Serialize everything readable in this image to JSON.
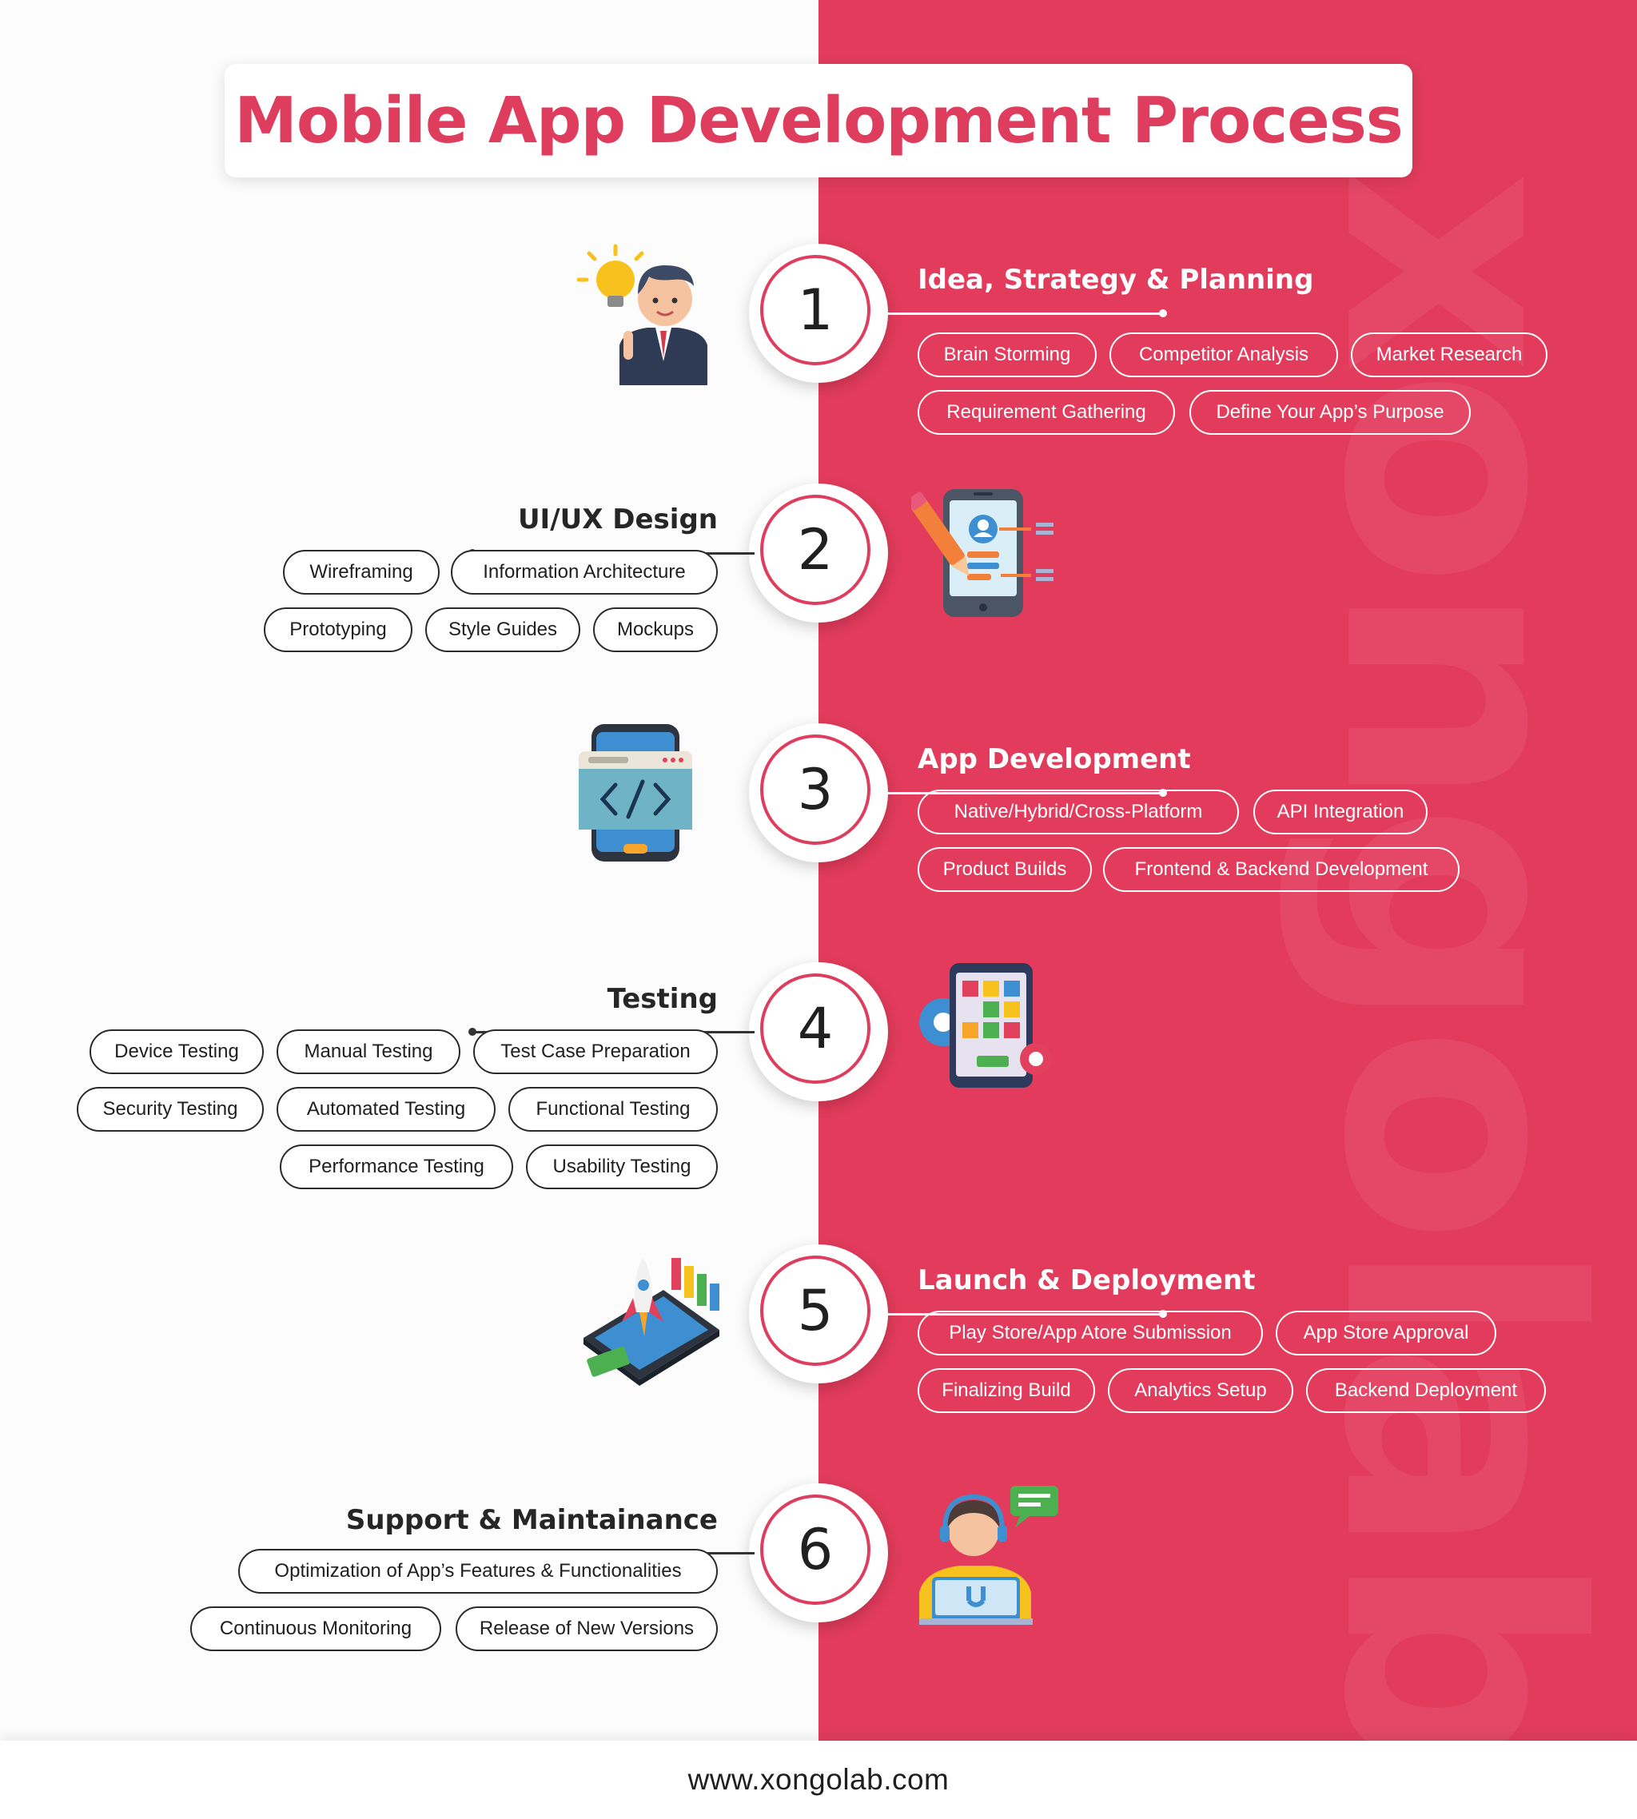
{
  "title": "Mobile App Development Process",
  "footer": {
    "url": "www.xongolab.com"
  },
  "watermark": "xongolab",
  "colors": {
    "accent": "#de3d5d",
    "right_panel": "#e23b5b",
    "left_panel": "#fdfcfc",
    "text_dark": "#1f1f1f"
  },
  "steps": [
    {
      "number": "1",
      "heading": "Idea, Strategy & Planning",
      "side": "right",
      "icon": "idea-person-icon",
      "tags": [
        "Brain Storming",
        "Competitor Analysis",
        "Market Research",
        "Requirement Gathering",
        "Define Your App’s Purpose"
      ]
    },
    {
      "number": "2",
      "heading": "UI/UX Design",
      "side": "left",
      "icon": "ui-ux-phone-icon",
      "tags": [
        "Wireframing",
        "Information Architecture",
        "Prototyping",
        "Style Guides",
        "Mockups"
      ]
    },
    {
      "number": "3",
      "heading": "App Development",
      "side": "right",
      "icon": "code-phone-icon",
      "tags": [
        "Native/Hybrid/Cross-Platform",
        "API Integration",
        "Product Builds",
        "Frontend & Backend Development"
      ]
    },
    {
      "number": "4",
      "heading": "Testing",
      "side": "left",
      "icon": "testing-tablet-icon",
      "tags": [
        "Device Testing",
        "Manual Testing",
        "Test Case Preparation",
        "Security Testing",
        "Automated Testing",
        "Functional Testing",
        "Performance Testing",
        "Usability Testing"
      ]
    },
    {
      "number": "5",
      "heading": "Launch & Deployment",
      "side": "right",
      "icon": "rocket-launch-icon",
      "tags": [
        "Play Store/App Atore Submission",
        "App Store Approval",
        "Finalizing Build",
        "Analytics Setup",
        "Backend Deployment"
      ]
    },
    {
      "number": "6",
      "heading": "Support & Maintainance",
      "side": "left",
      "icon": "support-agent-icon",
      "tags": [
        "Optimization of App’s Features & Functionalities",
        "Continuous Monitoring",
        "Release of New Versions"
      ]
    }
  ]
}
